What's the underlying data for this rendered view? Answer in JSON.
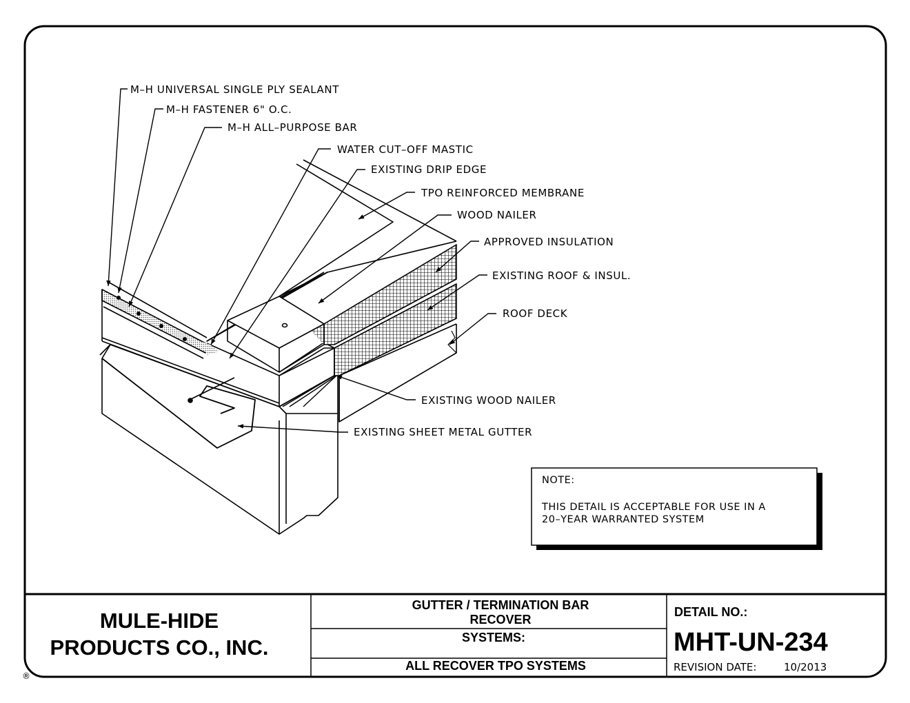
{
  "callouts": {
    "sealant": "M–H UNIVERSAL SINGLE PLY SEALANT",
    "fastener": "M–H FASTENER 6\" O.C.",
    "bar": "M–H ALL–PURPOSE BAR",
    "mastic": "WATER CUT–OFF MASTIC",
    "drip_edge": "EXISTING DRIP EDGE",
    "membrane": "TPO REINFORCED MEMBRANE",
    "wood_nailer": "WOOD NAILER",
    "insulation": "APPROVED INSULATION",
    "existing_roof": "EXISTING ROOF & INSUL.",
    "roof_deck": "ROOF DECK",
    "existing_nailer": "EXISTING WOOD NAILER",
    "gutter": "EXISTING SHEET METAL GUTTER"
  },
  "note": {
    "heading": "NOTE:",
    "line1": "THIS DETAIL IS ACCEPTABLE FOR USE IN A",
    "line2": "20–YEAR WARRANTED SYSTEM"
  },
  "title_block": {
    "company_line1": "MULE-HIDE",
    "company_line2": "PRODUCTS CO., INC.",
    "registered_mark": "®",
    "title_line1": "GUTTER / TERMINATION BAR",
    "title_line2": "RECOVER",
    "systems_label": "SYSTEMS:",
    "systems_value": "ALL RECOVER TPO SYSTEMS",
    "detail_label": "DETAIL NO.:",
    "detail_number": "MHT-UN-234",
    "revision_label": "REVISION DATE:",
    "revision_value": "10/2013"
  }
}
